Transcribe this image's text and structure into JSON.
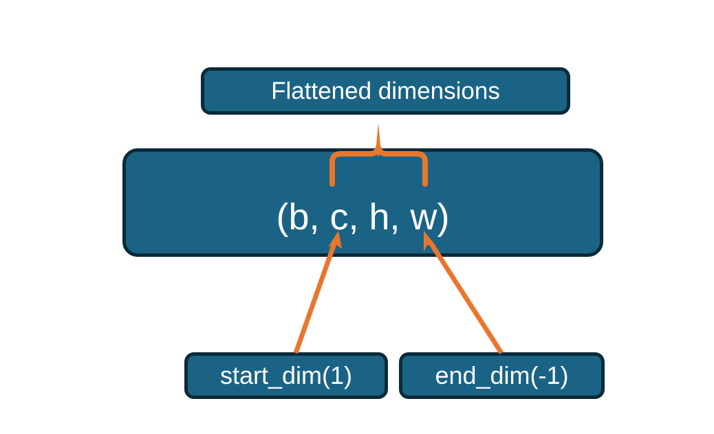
{
  "diagram": {
    "title_node": {
      "label": "Flattened dimensions"
    },
    "tensor_node": {
      "label": "(b, c, h, w)"
    },
    "param_nodes": [
      {
        "label": "start_dim(1)"
      },
      {
        "label": "end_dim(-1)"
      }
    ],
    "connectors": {
      "brace_name": "curly-brace-connector",
      "left_arrow_name": "start-dim-arrow",
      "right_arrow_name": "end-dim-arrow"
    },
    "colors": {
      "box_fill": "#1b6385",
      "box_border": "#0c2a38",
      "box_text": "#ffffff",
      "accent_orange": "#e8772e",
      "background": "#ffffff"
    }
  }
}
